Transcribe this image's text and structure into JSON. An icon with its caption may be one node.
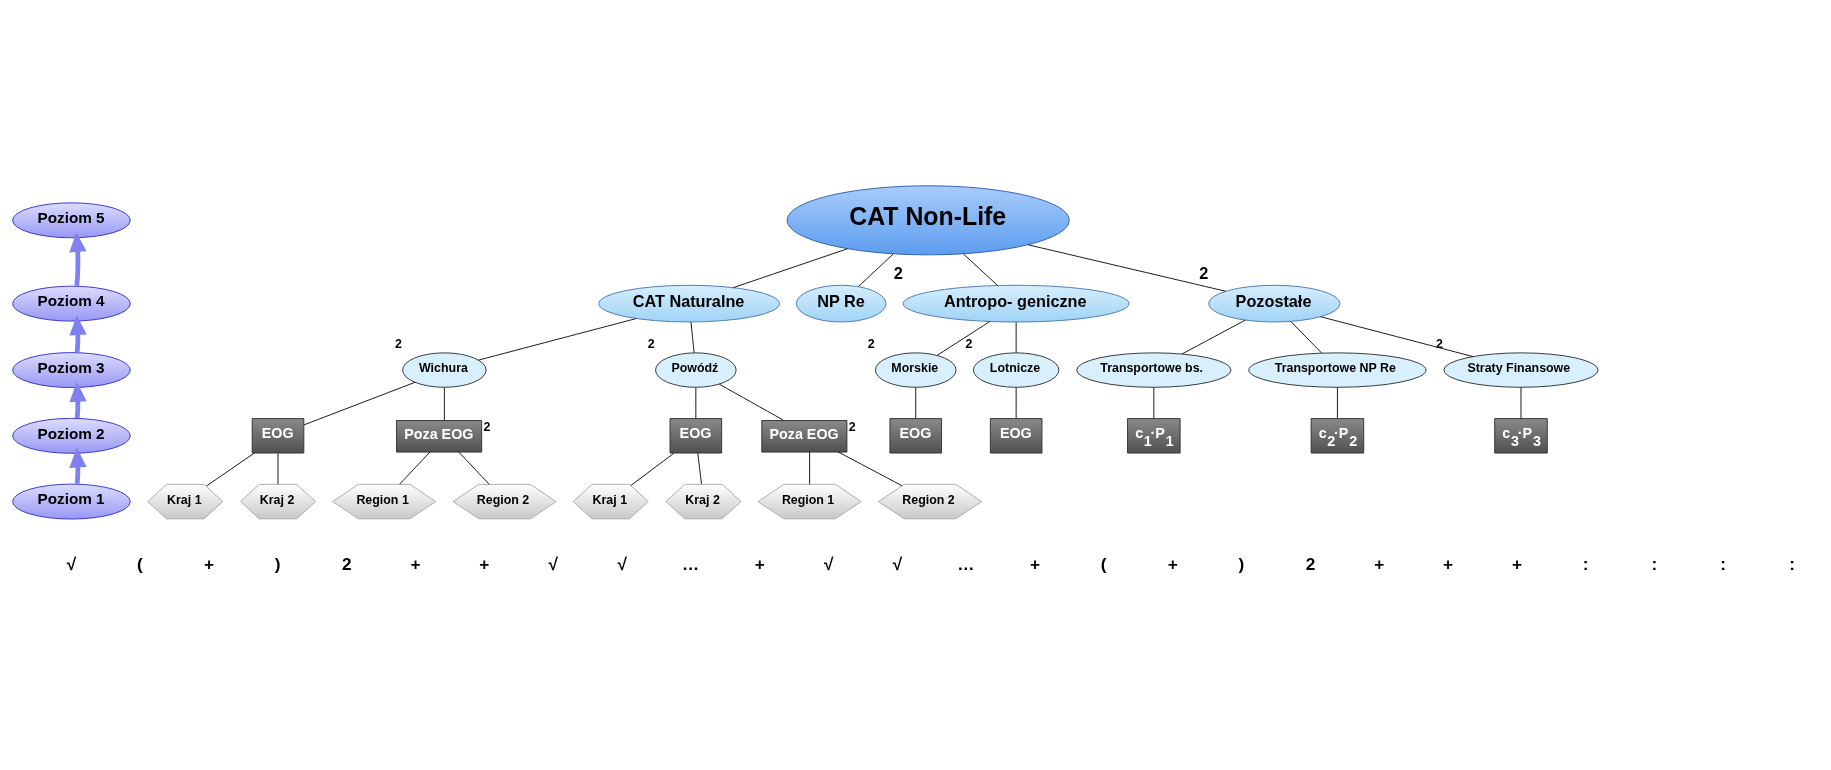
{
  "diagram": {
    "nodes": [
      {
        "text": [
          "Poziom 5"
        ]
      },
      {
        "text": [
          "Poziom 4"
        ]
      },
      {
        "text": [
          "Poziom 3"
        ]
      },
      {
        "text": [
          "Poziom 2"
        ]
      },
      {
        "text": [
          "Poziom 1"
        ]
      },
      {
        "text": [
          "CAT Non-Life"
        ]
      },
      {
        "text": [
          "CAT Naturalne"
        ]
      },
      {
        "text": [
          "NP Re"
        ]
      },
      {
        "text": [
          "Antropo- geniczne"
        ],
        "beside": [
          "2"
        ]
      },
      {
        "text": [
          "Pozostałe"
        ],
        "beside": [
          "2"
        ]
      },
      {
        "text": [
          "Wichura"
        ],
        "beside": [
          "2"
        ]
      },
      {
        "text": [
          "Powódź"
        ],
        "beside": [
          "2"
        ]
      },
      {
        "text": [
          "EOG"
        ]
      },
      {
        "text": [
          "Poza EOG"
        ],
        "beside": [
          "2"
        ]
      },
      {
        "text": [
          "EOG"
        ]
      },
      {
        "text": [
          "Poza EOG"
        ],
        "beside": [
          "2"
        ]
      },
      {
        "text": [
          "Kraj 1"
        ]
      },
      {
        "text": [
          "Kraj 2"
        ]
      },
      {
        "text": [
          "Region 1"
        ]
      },
      {
        "text": [
          "Region 2"
        ]
      },
      {
        "text": [
          "Kraj 1"
        ]
      },
      {
        "text": [
          "Kraj 2"
        ]
      },
      {
        "text": [
          "Region 1"
        ]
      },
      {
        "text": [
          "Region 2"
        ]
      },
      {
        "text": [
          "Morskie"
        ],
        "beside": [
          "2"
        ]
      },
      {
        "text": [
          "Lotnicze"
        ],
        "beside": [
          "2"
        ]
      },
      {
        "text": [
          "EOG"
        ]
      },
      {
        "text": [
          "EOG"
        ]
      },
      {
        "text": [
          "Transportowe bs."
        ]
      },
      {
        "text": [
          "Transportowe NP Re"
        ]
      },
      {
        "text": [
          "Straty Finansowe"
        ],
        "beside": [
          "2"
        ]
      },
      {
        "text": [
          "c$_{1}$·P$_{1}$"
        ]
      },
      {
        "text": [
          "c$_{2}$·P$_{2}$"
        ]
      },
      {
        "text": [
          "c$_{3}$·P$_{3}$"
        ]
      }
    ],
    "edges": [
      {
        "from": 4,
        "to": 3,
        "arrow": "to",
        "style": "thick",
        "color": "#8080f0"
      },
      {
        "from": 3,
        "to": 2,
        "arrow": "to",
        "style": "thick",
        "color": "#8080f0"
      },
      {
        "from": 2,
        "to": 1,
        "arrow": "to",
        "style": "thick",
        "color": "#8080f0"
      },
      {
        "from": 1,
        "to": 0,
        "arrow": "to",
        "style": "thick",
        "color": "#8080f0"
      },
      {
        "from": 5,
        "to": 6,
        "arrow": "none"
      },
      {
        "from": 5,
        "to": 7,
        "arrow": "none"
      },
      {
        "from": 5,
        "to": 8,
        "arrow": "none"
      },
      {
        "from": 5,
        "to": 9,
        "arrow": "none"
      },
      {
        "from": 6,
        "to": 10,
        "arrow": "none"
      },
      {
        "from": 6,
        "to": 11,
        "arrow": "none"
      },
      {
        "from": 10,
        "to": 12,
        "arrow": "none"
      },
      {
        "from": 10,
        "to": 13,
        "arrow": "none"
      },
      {
        "from": 11,
        "to": 14,
        "arrow": "none"
      },
      {
        "from": 11,
        "to": 15,
        "arrow": "none"
      },
      {
        "from": 12,
        "to": 16,
        "arrow": "none"
      },
      {
        "from": 12,
        "to": 17,
        "arrow": "none"
      },
      {
        "from": 13,
        "to": 18,
        "arrow": "none"
      },
      {
        "from": 13,
        "to": 19,
        "arrow": "none"
      },
      {
        "from": 14,
        "to": 20,
        "arrow": "none"
      },
      {
        "from": 14,
        "to": 21,
        "arrow": "none"
      },
      {
        "from": 15,
        "to": 22,
        "arrow": "none"
      },
      {
        "from": 15,
        "to": 23,
        "arrow": "none"
      },
      {
        "from": 8,
        "to": 24,
        "arrow": "none"
      },
      {
        "from": 8,
        "to": 25,
        "arrow": "none"
      },
      {
        "from": 24,
        "to": 26,
        "arrow": "none"
      },
      {
        "from": 25,
        "to": 27,
        "arrow": "none"
      },
      {
        "from": 9,
        "to": 28,
        "arrow": "none"
      },
      {
        "from": 9,
        "to": 29,
        "arrow": "none"
      },
      {
        "from": 9,
        "to": 30,
        "arrow": "none"
      },
      {
        "from": 28,
        "to": 31,
        "arrow": "none"
      },
      {
        "from": 29,
        "to": 32,
        "arrow": "none"
      },
      {
        "from": 30,
        "to": 33,
        "arrow": "none"
      }
    ],
    "labels": [
      "√",
      "(",
      "+",
      ")",
      "2",
      "+",
      "+",
      "√",
      "√",
      "…",
      "+",
      "√",
      "√",
      "…",
      "+",
      "(",
      "+",
      ")",
      "2",
      "+",
      "+",
      "+",
      ":",
      ":",
      ":",
      ":"
    ]
  }
}
